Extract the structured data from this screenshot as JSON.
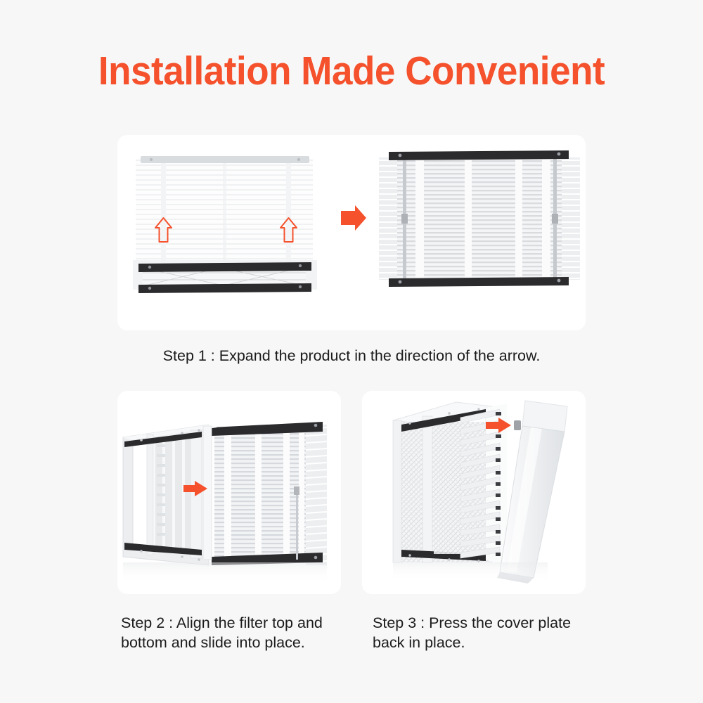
{
  "page": {
    "title": "Installation Made Convenient",
    "background_color": "#f7f7f7",
    "accent_color": "#f4512c",
    "text_color": "#1b1b1b"
  },
  "steps": [
    {
      "id": "step-1",
      "caption": "Step 1 : Expand the product in the direction of the arrow.",
      "figure": {
        "name": "collapsed-and-expanded-filter",
        "left_item": "collapsed-air-filter-with-up-arrows",
        "transition": "right-arrow",
        "right_item": "expanded-pleated-air-filter",
        "arrow_count_up": 2,
        "rail_color": "#2b2b2e",
        "media_color": "#e9ebed"
      }
    },
    {
      "id": "step-2",
      "caption": "Step 2 : Align the filter top and bottom and slide into place.",
      "figure": {
        "name": "filter-sliding-into-housing",
        "arrow_direction": "left",
        "housing_color": "#eceef0",
        "rail_color": "#2b2b2e"
      }
    },
    {
      "id": "step-3",
      "caption": "Step 3 : Press the cover plate back in place.",
      "figure": {
        "name": "cover-plate-pressed-into-housing",
        "arrow_direction": "left",
        "cover_plate_color": "#f1f2f4",
        "housing_color": "#eceef0"
      }
    }
  ]
}
